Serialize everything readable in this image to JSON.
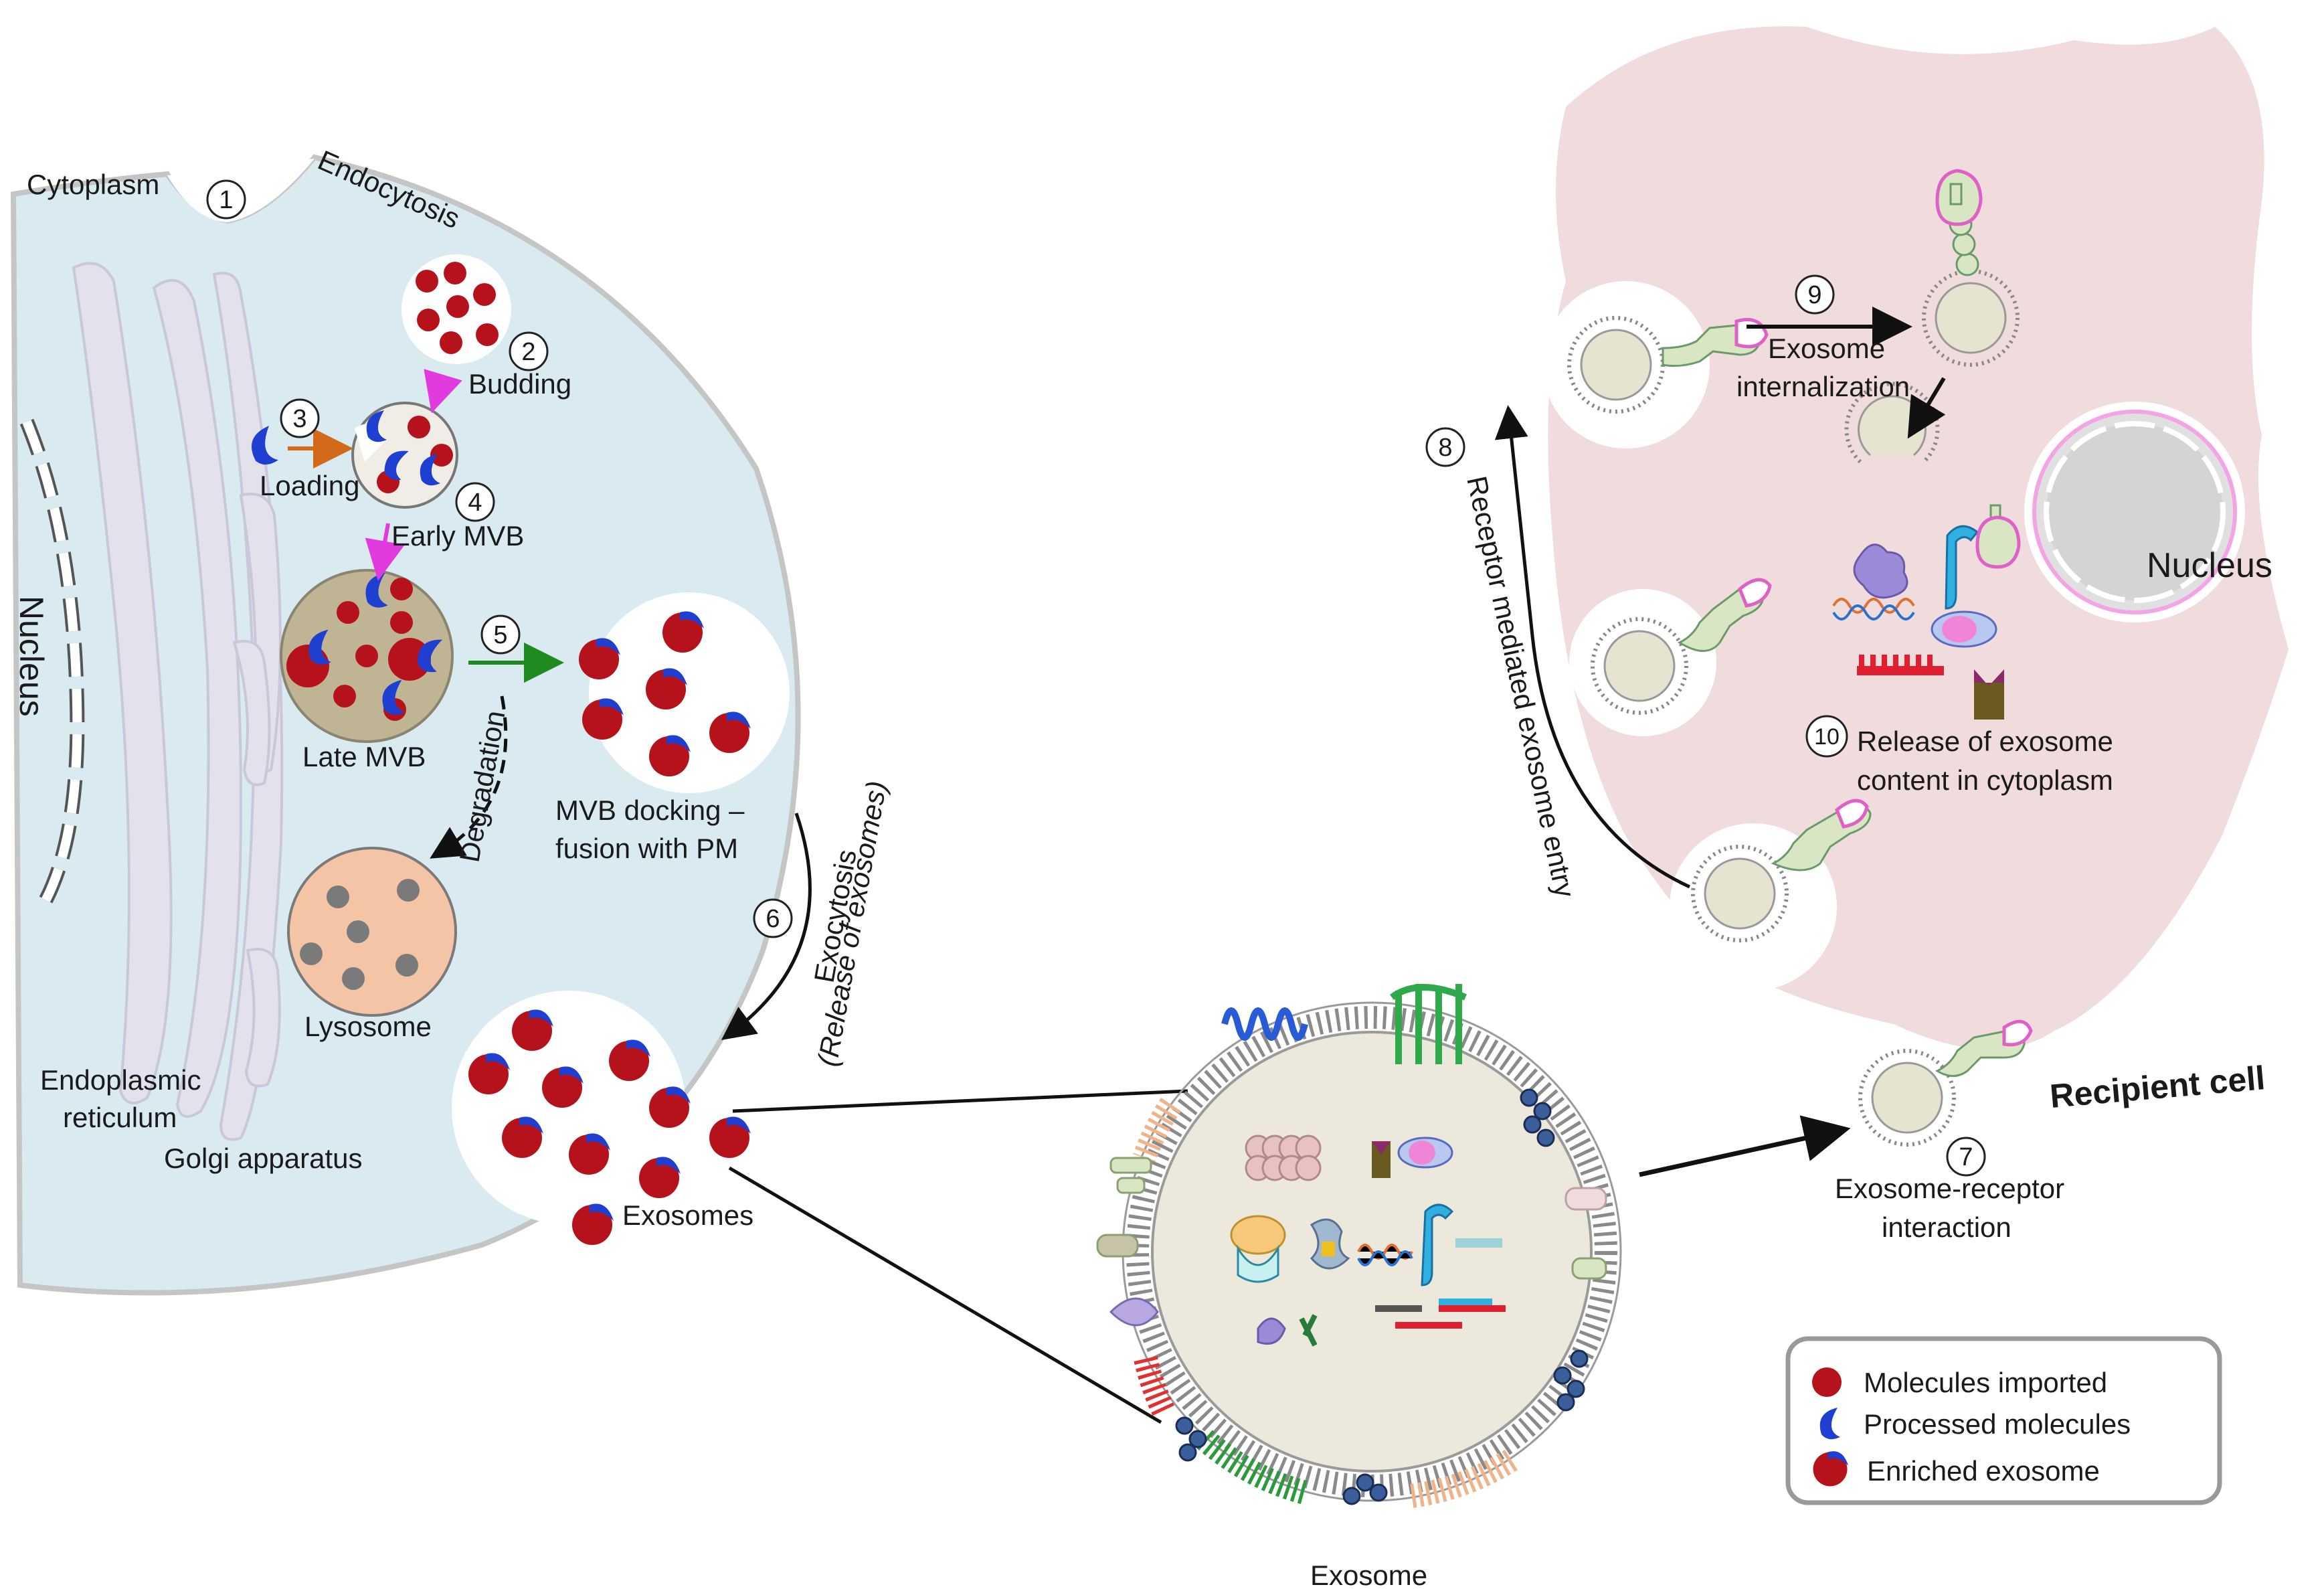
{
  "labels": {
    "cytoplasm": "Cytoplasm",
    "endocytosis": "Endocytosis",
    "nucleus_left": "Nucleus",
    "budding": "Budding",
    "loading": "Loading",
    "early_mvb": "Early MVB",
    "late_mvb": "Late MVB",
    "degradation": "Degradation",
    "mvb_docking_1": "MVB docking –",
    "mvb_docking_2": "fusion with PM",
    "lysosome": "Lysosome",
    "er_1": "Endoplasmic",
    "er_2": "reticulum",
    "golgi": "Golgi apparatus",
    "exocytosis": "Exocytosis",
    "exocytosis_sub": "(Release of exosomes)",
    "exosomes": "Exosomes",
    "exosome": "Exosome",
    "receptor_entry": "Receptor mediated exosome entry",
    "internalization_1": "Exosome",
    "internalization_2": "internalization",
    "release_1": "Release of exosome",
    "release_2": "content in cytoplasm",
    "nucleus_right": "Nucleus",
    "recipient_cell": "Recipient cell",
    "receptor_interaction_1": "Exosome-receptor",
    "receptor_interaction_2": "interaction"
  },
  "steps": [
    "1",
    "2",
    "3",
    "4",
    "5",
    "6",
    "7",
    "8",
    "9",
    "10"
  ],
  "legend": [
    {
      "label": "Molecules imported",
      "icon": "red-sphere"
    },
    {
      "label": "Processed molecules",
      "icon": "blue-crescent"
    },
    {
      "label": "Enriched exosome",
      "icon": "red-sphere-with-blue-cap"
    }
  ],
  "colors": {
    "donor_cell": "#d9ebf1",
    "recipient_cell": "#f0dcdc",
    "molecule": "#b5121b",
    "processed": "#1f3fd0",
    "mvb": "#bfb595",
    "lysosome": "#f3c4a6",
    "exosome_core": "#ece8dc",
    "receptor": "#d9e6c4",
    "receptor_tip": "#e060c8",
    "arrow_orange": "#d26a1a",
    "arrow_magenta": "#e13be0",
    "arrow_green": "#1f8a1f"
  }
}
